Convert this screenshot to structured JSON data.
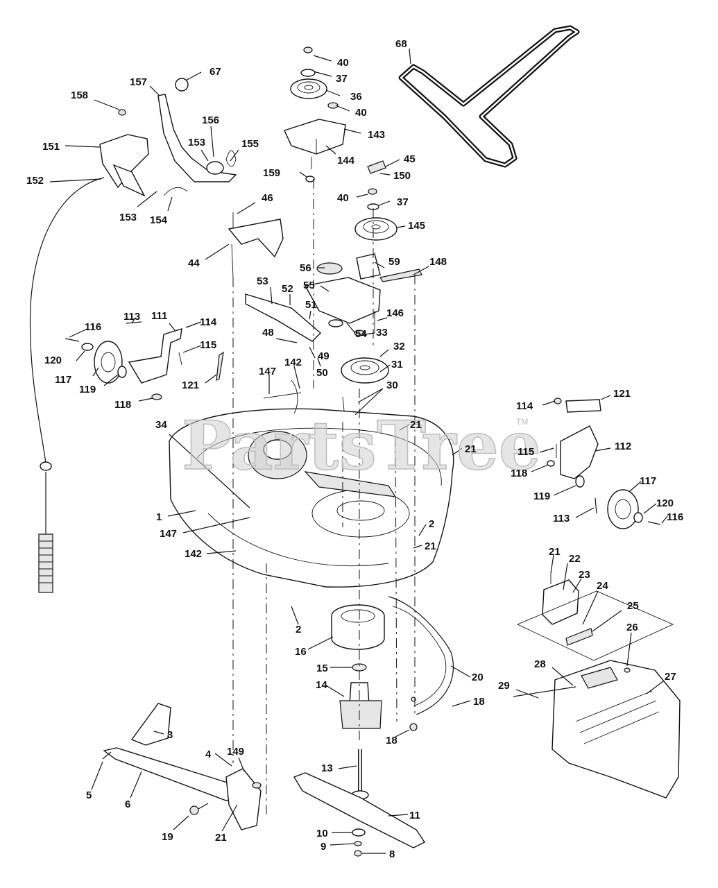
{
  "watermark": {
    "text": "PartsTree",
    "trademark": "TM"
  },
  "callouts": [
    {
      "id": "c68",
      "label": "68"
    },
    {
      "id": "c40a",
      "label": "40"
    },
    {
      "id": "c37a",
      "label": "37"
    },
    {
      "id": "c36",
      "label": "36"
    },
    {
      "id": "c40b",
      "label": "40"
    },
    {
      "id": "c143",
      "label": "143"
    },
    {
      "id": "c144",
      "label": "144"
    },
    {
      "id": "c159",
      "label": "159"
    },
    {
      "id": "c45",
      "label": "45"
    },
    {
      "id": "c150",
      "label": "150"
    },
    {
      "id": "c40c",
      "label": "40"
    },
    {
      "id": "c37b",
      "label": "37"
    },
    {
      "id": "c145",
      "label": "145"
    },
    {
      "id": "c67",
      "label": "67"
    },
    {
      "id": "c157",
      "label": "157"
    },
    {
      "id": "c158",
      "label": "158"
    },
    {
      "id": "c156",
      "label": "156"
    },
    {
      "id": "c153a",
      "label": "153"
    },
    {
      "id": "c155",
      "label": "155"
    },
    {
      "id": "c151",
      "label": "151"
    },
    {
      "id": "c152",
      "label": "152"
    },
    {
      "id": "c153b",
      "label": "153"
    },
    {
      "id": "c154",
      "label": "154"
    },
    {
      "id": "c46",
      "label": "46"
    },
    {
      "id": "c44",
      "label": "44"
    },
    {
      "id": "c56",
      "label": "56"
    },
    {
      "id": "c59",
      "label": "59"
    },
    {
      "id": "c148",
      "label": "148"
    },
    {
      "id": "c55",
      "label": "55"
    },
    {
      "id": "c53",
      "label": "53"
    },
    {
      "id": "c52",
      "label": "52"
    },
    {
      "id": "c51",
      "label": "51"
    },
    {
      "id": "c146",
      "label": "146"
    },
    {
      "id": "c54",
      "label": "54"
    },
    {
      "id": "c33",
      "label": "33"
    },
    {
      "id": "c48",
      "label": "48"
    },
    {
      "id": "c49",
      "label": "49"
    },
    {
      "id": "c32",
      "label": "32"
    },
    {
      "id": "c50",
      "label": "50"
    },
    {
      "id": "c31",
      "label": "31"
    },
    {
      "id": "c30",
      "label": "30"
    },
    {
      "id": "c116a",
      "label": "116"
    },
    {
      "id": "c113a",
      "label": "113"
    },
    {
      "id": "c111",
      "label": "111"
    },
    {
      "id": "c114a",
      "label": "114"
    },
    {
      "id": "c115a",
      "label": "115"
    },
    {
      "id": "c120a",
      "label": "120"
    },
    {
      "id": "c117a",
      "label": "117"
    },
    {
      "id": "c119a",
      "label": "119"
    },
    {
      "id": "c121a",
      "label": "121"
    },
    {
      "id": "c118a",
      "label": "118"
    },
    {
      "id": "c147a",
      "label": "147"
    },
    {
      "id": "c142a",
      "label": "142"
    },
    {
      "id": "c21a",
      "label": "21"
    },
    {
      "id": "c21b",
      "label": "21"
    },
    {
      "id": "c34",
      "label": "34"
    },
    {
      "id": "c1",
      "label": "1"
    },
    {
      "id": "c147b",
      "label": "147"
    },
    {
      "id": "c142b",
      "label": "142"
    },
    {
      "id": "c2a",
      "label": "2"
    },
    {
      "id": "c21c",
      "label": "21"
    },
    {
      "id": "c2b",
      "label": "2"
    },
    {
      "id": "c16",
      "label": "16"
    },
    {
      "id": "c15",
      "label": "15"
    },
    {
      "id": "c14",
      "label": "14"
    },
    {
      "id": "c20",
      "label": "20"
    },
    {
      "id": "c18a",
      "label": "18"
    },
    {
      "id": "c18b",
      "label": "18"
    },
    {
      "id": "c13",
      "label": "13"
    },
    {
      "id": "c11",
      "label": "11"
    },
    {
      "id": "c10",
      "label": "10"
    },
    {
      "id": "c9",
      "label": "9"
    },
    {
      "id": "c8",
      "label": "8"
    },
    {
      "id": "c3",
      "label": "3"
    },
    {
      "id": "c4",
      "label": "4"
    },
    {
      "id": "c149",
      "label": "149"
    },
    {
      "id": "c5",
      "label": "5"
    },
    {
      "id": "c6",
      "label": "6"
    },
    {
      "id": "c19",
      "label": "19"
    },
    {
      "id": "c21d",
      "label": "21"
    },
    {
      "id": "c114b",
      "label": "114"
    },
    {
      "id": "c121b",
      "label": "121"
    },
    {
      "id": "c115b",
      "label": "115"
    },
    {
      "id": "c112",
      "label": "112"
    },
    {
      "id": "c118b",
      "label": "118"
    },
    {
      "id": "c117b",
      "label": "117"
    },
    {
      "id": "c119b",
      "label": "119"
    },
    {
      "id": "c120b",
      "label": "120"
    },
    {
      "id": "c113b",
      "label": "113"
    },
    {
      "id": "c116b",
      "label": "116"
    },
    {
      "id": "c21e",
      "label": "21"
    },
    {
      "id": "c22",
      "label": "22"
    },
    {
      "id": "c23",
      "label": "23"
    },
    {
      "id": "c24",
      "label": "24"
    },
    {
      "id": "c25",
      "label": "25"
    },
    {
      "id": "c26",
      "label": "26"
    },
    {
      "id": "c28",
      "label": "28"
    },
    {
      "id": "c27",
      "label": "27"
    },
    {
      "id": "c29",
      "label": "29"
    }
  ]
}
